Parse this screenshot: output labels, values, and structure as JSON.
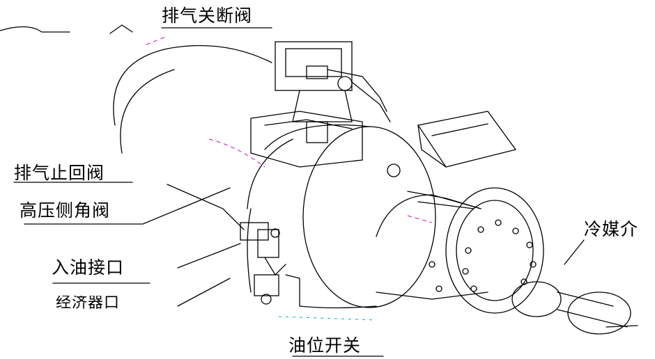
{
  "labels": {
    "exhaust_shutoff_valve": "排气关断阀",
    "exhaust_check_valve": "排气止回阀",
    "high_pressure_angle_valve": "高压侧角阀",
    "oil_inlet_port": "入油接口",
    "economizer_port": "经济器口",
    "oil_level_switch": "油位开关",
    "refrigerant_partial": "冷媒介"
  },
  "colors": {
    "line": "#000000",
    "accent_magenta": "#d400d4",
    "accent_cyan": "#00b0c8"
  }
}
